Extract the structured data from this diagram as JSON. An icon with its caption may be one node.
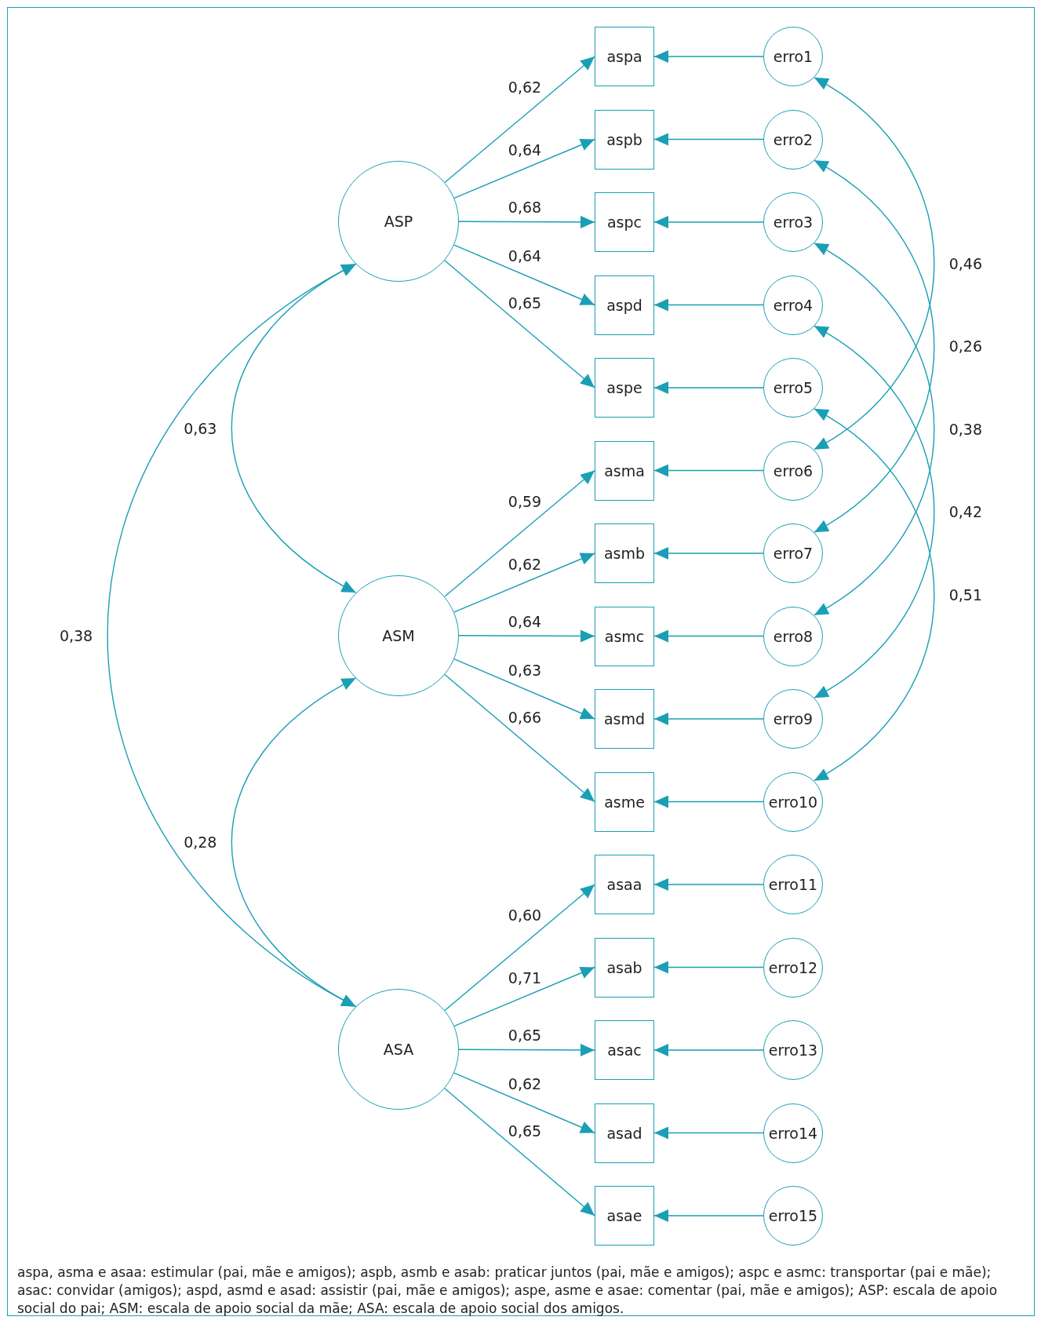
{
  "diagram": {
    "caption": "aspa, asma e asaa: estimular (pai, mãe e amigos); aspb, asmb e asab: praticar juntos (pai, mãe e amigos); aspc e asmc: transportar (pai e mãe); asac: convidar (amigos); aspd, asmd e asad: assistir (pai, mãe e amigos); aspe, asme e asae: comentar (pai, mãe e amigos); ASP: escala de apoio social do pai; ASM: escala de apoio social da mãe; ASA: escala de apoio social dos amigos.",
    "nodes": [
      {
        "text": [
          "ASP"
        ]
      },
      {
        "text": [
          "ASM"
        ]
      },
      {
        "text": [
          "ASA"
        ]
      },
      {
        "text": [
          "aspa"
        ]
      },
      {
        "text": [
          "aspb"
        ]
      },
      {
        "text": [
          "aspc"
        ]
      },
      {
        "text": [
          "aspd"
        ]
      },
      {
        "text": [
          "aspe"
        ]
      },
      {
        "text": [
          "asma"
        ]
      },
      {
        "text": [
          "asmb"
        ]
      },
      {
        "text": [
          "asmc"
        ]
      },
      {
        "text": [
          "asmd"
        ]
      },
      {
        "text": [
          "asme"
        ]
      },
      {
        "text": [
          "asaa"
        ]
      },
      {
        "text": [
          "asab"
        ]
      },
      {
        "text": [
          "asac"
        ]
      },
      {
        "text": [
          "asad"
        ]
      },
      {
        "text": [
          "asae"
        ]
      },
      {
        "text": [
          "erro1"
        ]
      },
      {
        "text": [
          "erro2"
        ]
      },
      {
        "text": [
          "erro3"
        ]
      },
      {
        "text": [
          "erro4"
        ]
      },
      {
        "text": [
          "erro5"
        ]
      },
      {
        "text": [
          "erro6"
        ]
      },
      {
        "text": [
          "erro7"
        ]
      },
      {
        "text": [
          "erro8"
        ]
      },
      {
        "text": [
          "erro9"
        ]
      },
      {
        "text": [
          "erro10"
        ]
      },
      {
        "text": [
          "erro11"
        ]
      },
      {
        "text": [
          "erro12"
        ]
      },
      {
        "text": [
          "erro13"
        ]
      },
      {
        "text": [
          "erro14"
        ]
      },
      {
        "text": [
          "erro15"
        ]
      }
    ],
    "edges": [
      {
        "from": 0,
        "to": 3,
        "arrow": "to",
        "label": "0,62"
      },
      {
        "from": 0,
        "to": 4,
        "arrow": "to",
        "label": "0,64"
      },
      {
        "from": 0,
        "to": 5,
        "arrow": "to",
        "label": "0,68"
      },
      {
        "from": 0,
        "to": 6,
        "arrow": "to",
        "label": "0,64"
      },
      {
        "from": 0,
        "to": 7,
        "arrow": "to",
        "label": "0,65"
      },
      {
        "from": 1,
        "to": 8,
        "arrow": "to",
        "label": "0,59"
      },
      {
        "from": 1,
        "to": 9,
        "arrow": "to",
        "label": "0,62"
      },
      {
        "from": 1,
        "to": 10,
        "arrow": "to",
        "label": "0,64"
      },
      {
        "from": 1,
        "to": 11,
        "arrow": "to",
        "label": "0,63"
      },
      {
        "from": 1,
        "to": 12,
        "arrow": "to",
        "label": "0,66"
      },
      {
        "from": 2,
        "to": 13,
        "arrow": "to",
        "label": "0,60"
      },
      {
        "from": 2,
        "to": 14,
        "arrow": "to",
        "label": "0,71"
      },
      {
        "from": 2,
        "to": 15,
        "arrow": "to",
        "label": "0,65"
      },
      {
        "from": 2,
        "to": 16,
        "arrow": "to",
        "label": "0,62"
      },
      {
        "from": 2,
        "to": 17,
        "arrow": "to",
        "label": "0,65"
      },
      {
        "from": 18,
        "to": 3,
        "arrow": "to"
      },
      {
        "from": 19,
        "to": 4,
        "arrow": "to"
      },
      {
        "from": 20,
        "to": 5,
        "arrow": "to"
      },
      {
        "from": 21,
        "to": 6,
        "arrow": "to"
      },
      {
        "from": 22,
        "to": 7,
        "arrow": "to"
      },
      {
        "from": 23,
        "to": 8,
        "arrow": "to"
      },
      {
        "from": 24,
        "to": 9,
        "arrow": "to"
      },
      {
        "from": 25,
        "to": 10,
        "arrow": "to"
      },
      {
        "from": 26,
        "to": 11,
        "arrow": "to"
      },
      {
        "from": 27,
        "to": 12,
        "arrow": "to"
      },
      {
        "from": 28,
        "to": 13,
        "arrow": "to"
      },
      {
        "from": 29,
        "to": 14,
        "arrow": "to"
      },
      {
        "from": 30,
        "to": 15,
        "arrow": "to"
      },
      {
        "from": 31,
        "to": 16,
        "arrow": "to"
      },
      {
        "from": 32,
        "to": 17,
        "arrow": "to"
      },
      {
        "from": 0,
        "to": 1,
        "arrow": "both",
        "label": "0,63"
      },
      {
        "from": 1,
        "to": 2,
        "arrow": "both",
        "label": "0,28"
      },
      {
        "from": 0,
        "to": 2,
        "arrow": "both",
        "label": "0,38"
      },
      {
        "from": 18,
        "to": 23,
        "arrow": "both",
        "label": "0,46"
      },
      {
        "from": 19,
        "to": 24,
        "arrow": "both",
        "label": "0,26"
      },
      {
        "from": 20,
        "to": 25,
        "arrow": "both",
        "label": "0,38"
      },
      {
        "from": 21,
        "to": 26,
        "arrow": "both",
        "label": "0,42"
      },
      {
        "from": 22,
        "to": 27,
        "arrow": "both",
        "label": "0,51"
      }
    ]
  }
}
